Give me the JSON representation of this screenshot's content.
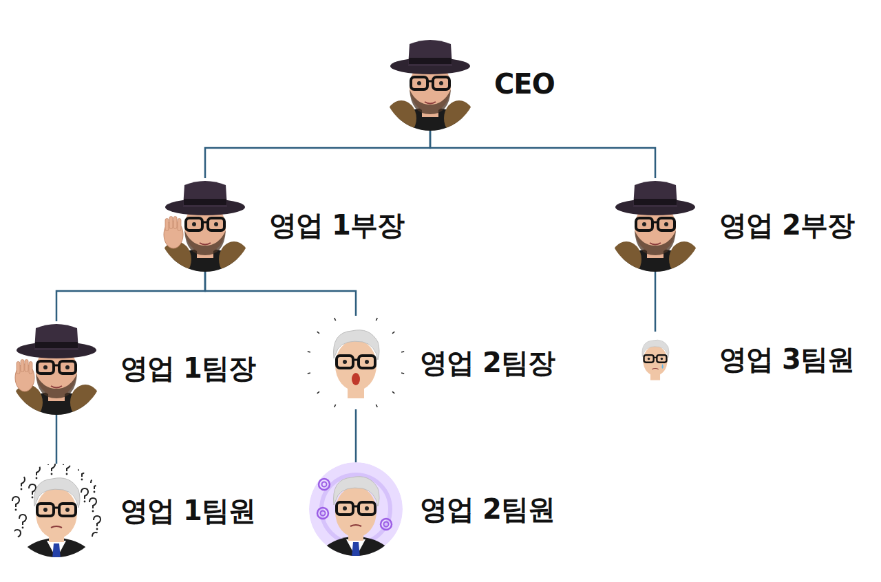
{
  "diagram": {
    "nodes": [
      {
        "text": [
          "CEO"
        ]
      },
      {
        "text": [
          "영업 1부장"
        ]
      },
      {
        "text": [
          "영업 2부장"
        ]
      },
      {
        "text": [
          "영업 1팀장"
        ]
      },
      {
        "text": [
          "영업 2팀장"
        ]
      },
      {
        "text": [
          "영업 3팀원"
        ]
      },
      {
        "text": [
          "영업 1팀원"
        ]
      },
      {
        "text": [
          "영업 2팀원"
        ]
      }
    ],
    "edges": [
      {
        "from": 0,
        "to": 1,
        "arrow": "none"
      },
      {
        "from": 0,
        "to": 2,
        "arrow": "none"
      },
      {
        "from": 1,
        "to": 3,
        "arrow": "none"
      },
      {
        "from": 1,
        "to": 4,
        "arrow": "none"
      },
      {
        "from": 2,
        "to": 5,
        "arrow": "none"
      },
      {
        "from": 3,
        "to": 6,
        "arrow": "none"
      },
      {
        "from": 4,
        "to": 7,
        "arrow": "none"
      }
    ]
  }
}
